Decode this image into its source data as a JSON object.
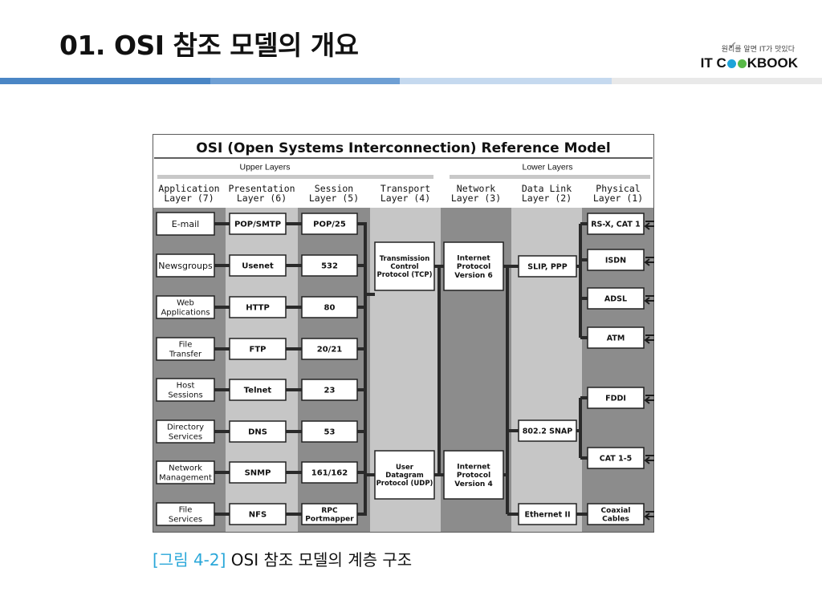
{
  "slide": {
    "title": "01. OSI 참조 모델의 개요"
  },
  "logo": {
    "tagline": "원리를 알면 IT가 맛있다",
    "brand_left": "IT C",
    "brand_right": "KBOOK"
  },
  "colors": {
    "bar_dark": "#4a86c5",
    "bar_mid": "#6e9fd4",
    "bar_light": "#c5d9ef",
    "bar_faint": "#e9e9e9",
    "caption_accent": "#2aa7d9",
    "logo_dot_1": "#1ea3d9",
    "logo_dot_2": "#58b947",
    "logo_dot_3": "#1ea3d9"
  },
  "diagram": {
    "title": "OSI (Open Systems Interconnection) Reference Model",
    "upper_label": "Upper Layers",
    "lower_label": "Lower Layers",
    "layers": [
      {
        "name": "Application",
        "number": "Layer (7)"
      },
      {
        "name": "Presentation",
        "number": "Layer (6)"
      },
      {
        "name": "Session",
        "number": "Layer (5)"
      },
      {
        "name": "Transport",
        "number": "Layer (4)"
      },
      {
        "name": "Network",
        "number": "Layer (3)"
      },
      {
        "name": "Data Link",
        "number": "Layer (2)"
      },
      {
        "name": "Physical",
        "number": "Layer (1)"
      }
    ],
    "application": [
      [
        "E-mail"
      ],
      [
        "Newsgroups"
      ],
      [
        "Web",
        "Applications"
      ],
      [
        "File",
        "Transfer"
      ],
      [
        "Host",
        "Sessions"
      ],
      [
        "Directory",
        "Services"
      ],
      [
        "Network",
        "Management"
      ],
      [
        "File",
        "Services"
      ]
    ],
    "presentation": [
      [
        "POP/SMTP"
      ],
      [
        "Usenet"
      ],
      [
        "HTTP"
      ],
      [
        "FTP"
      ],
      [
        "Telnet"
      ],
      [
        "DNS"
      ],
      [
        "SNMP"
      ],
      [
        "NFS"
      ]
    ],
    "session": [
      [
        "POP/25"
      ],
      [
        "532"
      ],
      [
        "80"
      ],
      [
        "20/21"
      ],
      [
        "23"
      ],
      [
        "53"
      ],
      [
        "161/162"
      ],
      [
        "RPC",
        "Portmapper"
      ]
    ],
    "transport": [
      [
        "Transmission",
        "Control",
        "Protocol (TCP)"
      ],
      [
        "User",
        "Datagram",
        "Protocol (UDP)"
      ]
    ],
    "network": [
      [
        "Internet",
        "Protocol",
        "Version 6"
      ],
      [
        "Internet",
        "Protocol",
        "Version 4"
      ]
    ],
    "datalink": [
      [
        "SLIP, PPP"
      ],
      [
        "802.2 SNAP"
      ],
      [
        "Ethernet II"
      ]
    ],
    "physical": [
      [
        "RS-X, CAT 1"
      ],
      [
        "ISDN"
      ],
      [
        "ADSL"
      ],
      [
        "ATM"
      ],
      [
        "FDDI"
      ],
      [
        "CAT 1-5"
      ],
      [
        "Coaxial",
        "Cables"
      ]
    ]
  },
  "caption": {
    "figure_number": "[그림 4-2]",
    "text": " OSI 참조 모델의 계층 구조"
  }
}
